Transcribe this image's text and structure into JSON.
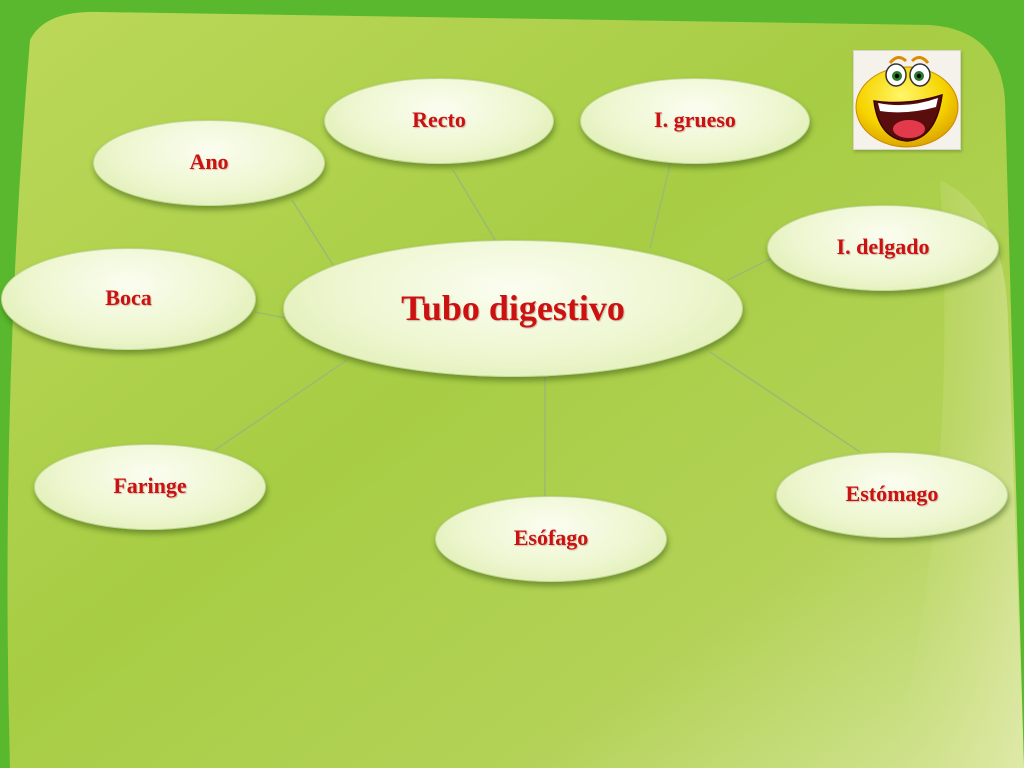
{
  "diagram": {
    "center": "Tubo digestivo",
    "nodes": {
      "ano": "Ano",
      "recto": "Recto",
      "grueso": "I. grueso",
      "delgado": "I. delgado",
      "boca": "Boca",
      "faringe": "Faringe",
      "esofago": "Esófago",
      "estomago": "Estómago"
    }
  },
  "colors": {
    "label_text": "#cc1111",
    "background_outer": "#58b62c",
    "background_panel": "#a8cf45",
    "connector": "#9dbb70"
  },
  "decorations": {
    "emoji": "laughing-face-icon"
  }
}
